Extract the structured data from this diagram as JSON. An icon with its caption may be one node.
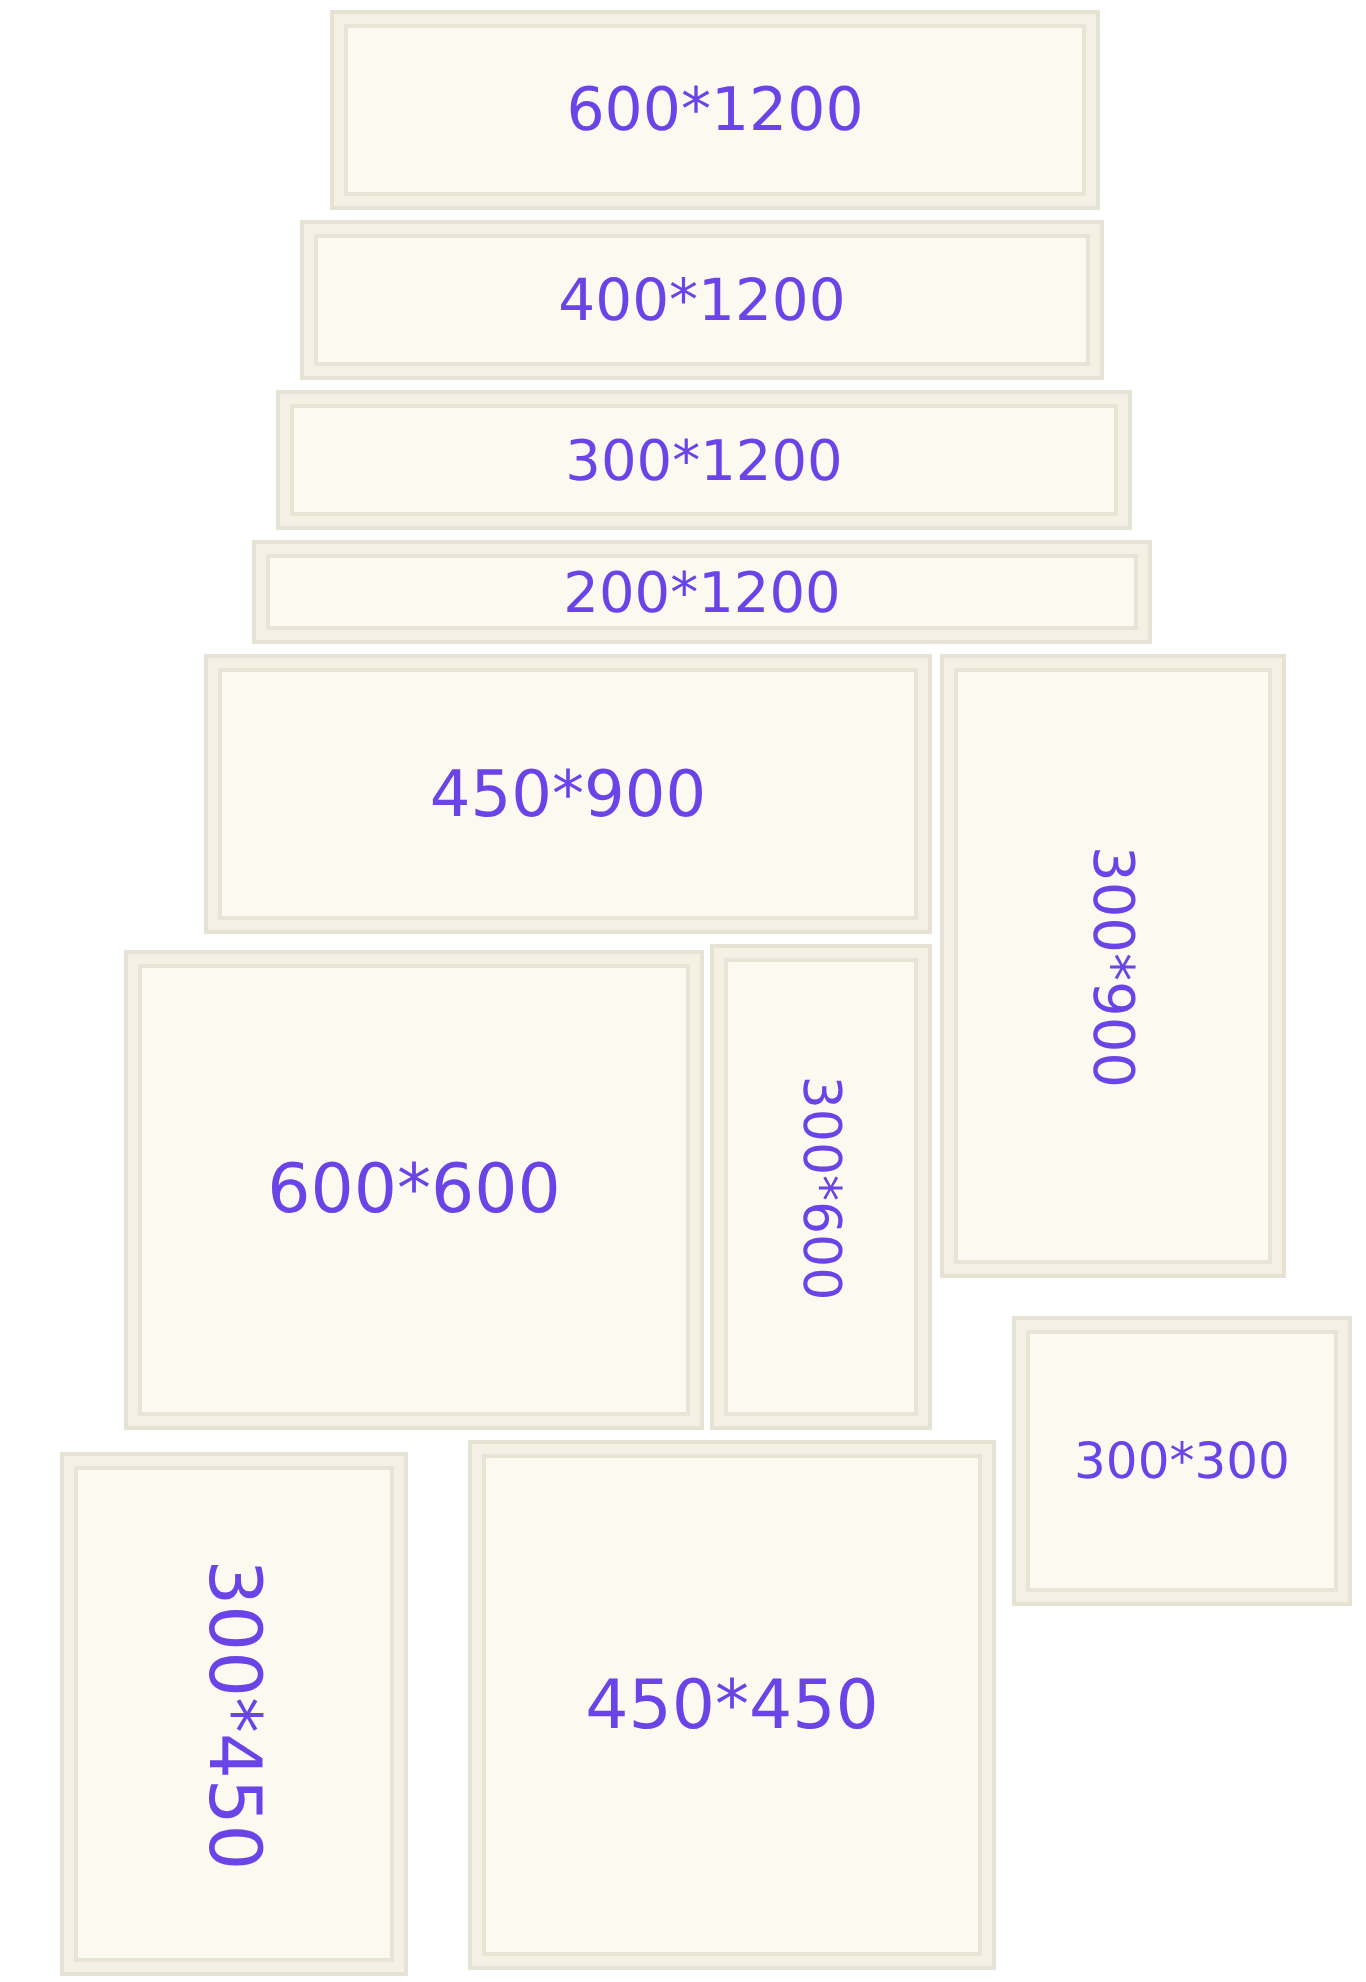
{
  "diagram": {
    "nodes": [
      {
        "text": [
          "600*1200"
        ]
      },
      {
        "text": [
          "400*1200"
        ]
      },
      {
        "text": [
          "300*1200"
        ]
      },
      {
        "text": [
          "200*1200"
        ]
      },
      {
        "text": [
          "450*900"
        ]
      },
      {
        "text": [
          "300*900"
        ]
      },
      {
        "text": [
          "600*600"
        ]
      },
      {
        "text": [
          "300*600"
        ]
      },
      {
        "text": [
          "300*300"
        ]
      },
      {
        "text": [
          "300*450"
        ]
      },
      {
        "text": [
          "450*450"
        ]
      }
    ]
  }
}
